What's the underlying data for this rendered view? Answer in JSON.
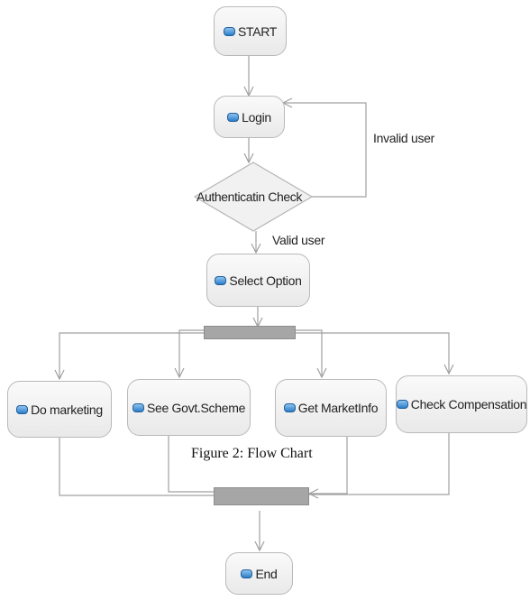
{
  "nodes": {
    "start": "START",
    "login": "Login",
    "auth_check": "Authenticatin Check",
    "select_option": "Select Option",
    "do_marketing": "Do marketing",
    "see_govt_scheme": "See Govt.Scheme",
    "get_market_info": "Get MarketInfo",
    "check_compensation": "Check Compensation",
    "end": "End"
  },
  "edge_labels": {
    "invalid_user": "Invalid user",
    "valid_user": "Valid user"
  },
  "caption": "Figure 2: Flow Chart",
  "colors": {
    "line": "#a0a0a0",
    "bar": "#a6a6a6",
    "node_border": "#b9b9b9",
    "node_icon": "#2c7fc9"
  }
}
